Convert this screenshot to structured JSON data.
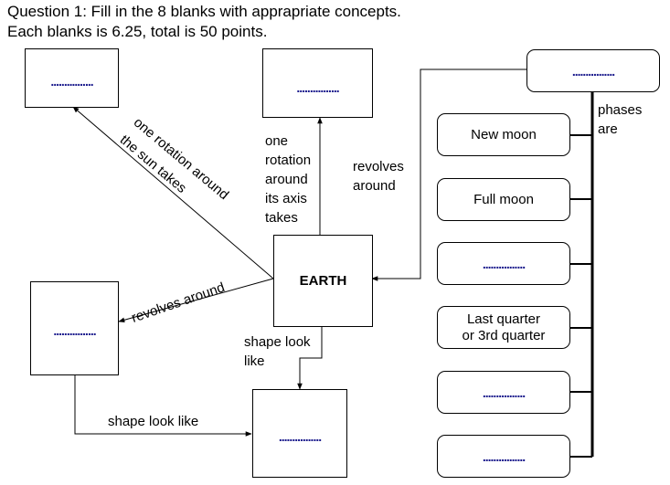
{
  "question": {
    "line1": "Question 1: Fill in the 8 blanks with apprapriate concepts.",
    "line2": "Each blanks is 6.25, total is 50 points."
  },
  "center": {
    "label": "EARTH"
  },
  "blank_text": "................",
  "edges": {
    "rotation_sun_line1": "one rotation around",
    "rotation_sun_line2": "the sun takes",
    "rotation_axis": [
      "one",
      "rotation",
      "around",
      "its axis",
      "takes"
    ],
    "revolves_around_right": [
      "revolves",
      "around"
    ],
    "revolves_around_left": "revolves around",
    "shape_look_like_earth": [
      "shape look",
      "like"
    ],
    "shape_look_like_bottom": "shape look like",
    "phases_are": [
      "phases",
      "are"
    ]
  },
  "phases": [
    {
      "label": "New moon"
    },
    {
      "label": "Full moon"
    },
    {
      "label": ""
    },
    {
      "label": "Last quarter\nor 3rd quarter"
    },
    {
      "label": ""
    },
    {
      "label": ""
    }
  ]
}
